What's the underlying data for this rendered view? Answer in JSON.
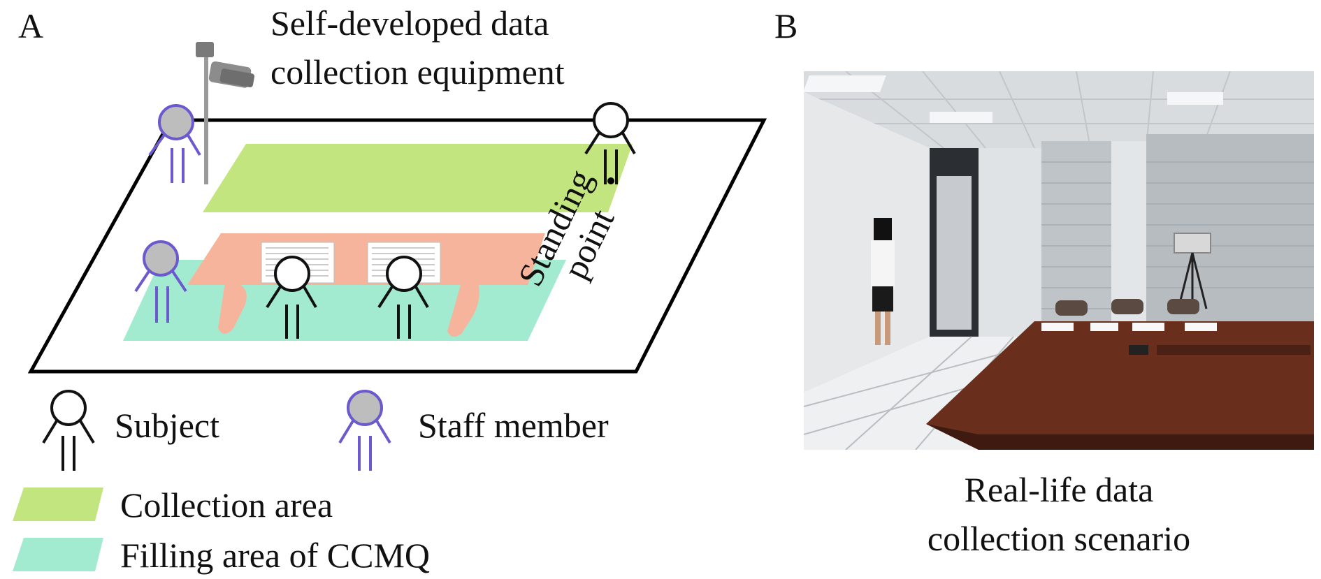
{
  "panel_a": {
    "letter": "A",
    "equipment_label_line1": "Self-developed data",
    "equipment_label_line2": "collection equipment",
    "standing_point_line1": "Standing",
    "standing_point_line2": "point"
  },
  "legend": {
    "subject": "Subject",
    "staff": "Staff member",
    "collection_area": "Collection area",
    "filling_area": "Filling area of CCMQ"
  },
  "panel_b": {
    "letter": "B",
    "caption_line1": "Real-life data",
    "caption_line2": "collection scenario"
  },
  "colors": {
    "collection_area": "#c2e57f",
    "filling_area": "#a3ebd0",
    "table": "#f6b49c",
    "staff": "#6a5acd",
    "staff_head": "#bdbdbd",
    "subject": "#111111"
  },
  "icons": [
    "camera-icon",
    "subject-icon",
    "staff-member-icon",
    "document-icon",
    "photo-room"
  ]
}
